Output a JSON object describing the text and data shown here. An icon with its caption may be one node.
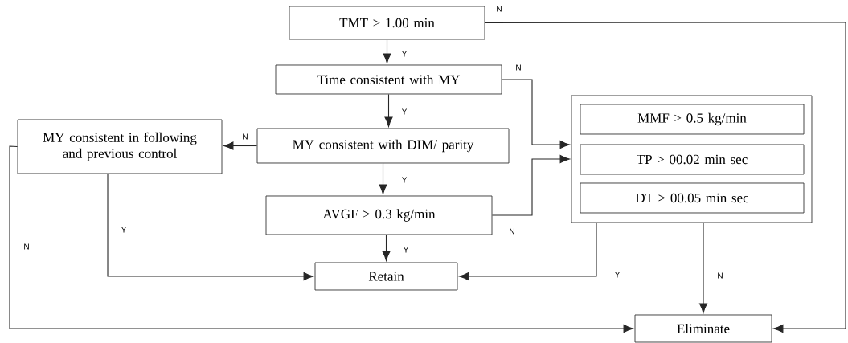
{
  "diagram": {
    "nodes": [
      {
        "text": [
          "TMT > 1.00 min"
        ]
      },
      {
        "text": [
          "Time consistent with MY"
        ]
      },
      {
        "text": [
          "MY consistent in following and previous control"
        ]
      },
      {
        "text": [
          "MY consistent with DIM/ parity"
        ]
      },
      {
        "text": [
          "AVGF > 0.3 kg/min"
        ]
      },
      {
        "text": [],
        "shape": "box"
      },
      {
        "text": [
          "MMF > 0.5 kg/min"
        ],
        "in": 5
      },
      {
        "text": [
          "TP > 00.02 min sec"
        ],
        "in": 5
      },
      {
        "text": [
          "DT > 00.05 min sec"
        ],
        "in": 5
      },
      {
        "text": [
          "Retain"
        ]
      },
      {
        "text": [
          "Eliminate"
        ]
      }
    ],
    "edges": [
      {
        "from": 0,
        "to": 1,
        "arrow": "to",
        "label": "Y"
      },
      {
        "from": 1,
        "to": 3,
        "arrow": "to",
        "label": "Y"
      },
      {
        "from": 3,
        "to": 2,
        "arrow": "to",
        "label": "N"
      },
      {
        "from": 3,
        "to": 4,
        "arrow": "to",
        "label": "Y"
      },
      {
        "from": 4,
        "to": 9,
        "arrow": "to",
        "label": "Y"
      },
      {
        "from": 2,
        "to": 9,
        "arrow": "to",
        "label": "Y"
      },
      {
        "from": 2,
        "to": 10,
        "arrow": "to",
        "label": "N"
      },
      {
        "from": 1,
        "to": 5,
        "arrow": "to",
        "label": "N"
      },
      {
        "from": 4,
        "to": 5,
        "arrow": "to",
        "label": "N"
      },
      {
        "from": 5,
        "to": 9,
        "arrow": "to",
        "label": "Y"
      },
      {
        "from": 5,
        "to": 10,
        "arrow": "to",
        "label": "N"
      },
      {
        "from": 0,
        "to": 10,
        "arrow": "to",
        "label": "N"
      }
    ]
  }
}
